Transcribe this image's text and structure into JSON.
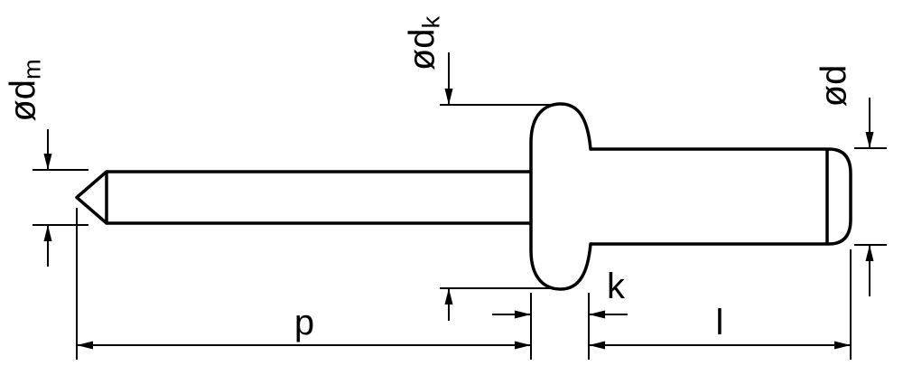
{
  "figure": {
    "colors": {
      "background": "#ffffff",
      "line": "#000000"
    },
    "labels": {
      "mandrel_diameter": {
        "text": "ød",
        "sub": "m"
      },
      "head_diameter": {
        "text": "ød",
        "sub": "k"
      },
      "body_diameter": {
        "text": "ød",
        "sub": ""
      },
      "mandrel_length": {
        "text": "p"
      },
      "head_thickness": {
        "text": "k"
      },
      "body_length": {
        "text": "l"
      }
    }
  }
}
